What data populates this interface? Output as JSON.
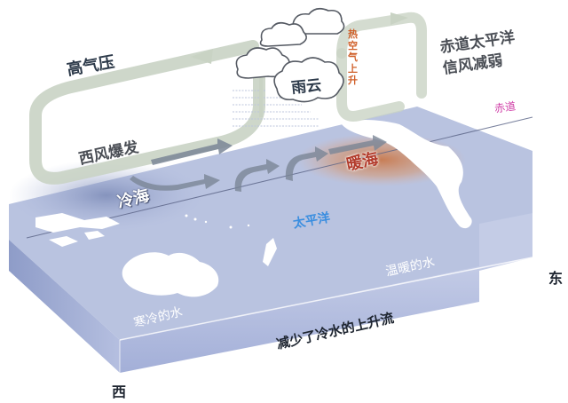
{
  "labels": {
    "high_pressure": "高气压",
    "westerly_burst": "西风爆发",
    "cold_sea": "冷海",
    "rain_cloud": "雨云",
    "hot_air_rising": "热空气上升",
    "trade_winds_line1": "赤道太平洋",
    "trade_winds_line2": "信风减弱",
    "equator": "赤道",
    "warm_sea": "暖海",
    "pacific": "太平洋",
    "warm_water": "温暖的水",
    "cold_water": "寒冷的水",
    "reduced_upwelling": "减少了冷水的上升流",
    "west": "西",
    "east": "东"
  },
  "colors": {
    "ocean_top": "#b9c3e0",
    "ocean_side": "#9aa8d4",
    "land": "#ffffff",
    "warm_patch": "#c8805a",
    "circulation": "#c9d3c4",
    "pacific_text": "#3a8ee0",
    "equator_text": "#d040a8",
    "hot_air_text": "#d0602a",
    "warm_sea_text": "#b23a2a"
  }
}
